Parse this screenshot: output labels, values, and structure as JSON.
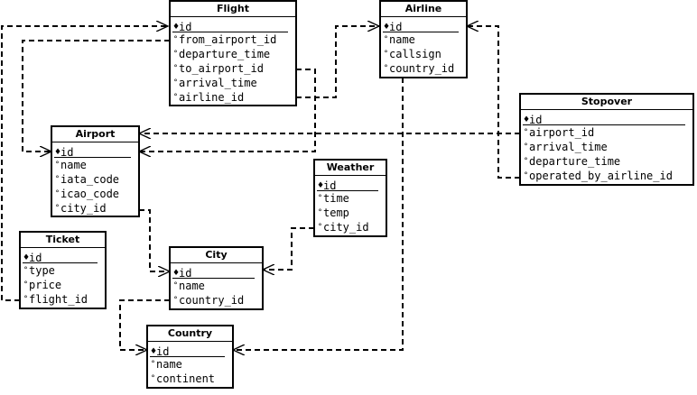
{
  "markers": {
    "primary_key": "♦",
    "attribute": "°"
  },
  "entities": {
    "flight": {
      "title": "Flight",
      "pk": "id",
      "attributes": [
        "from_airport_id",
        "departure_time",
        "to_airport_id",
        "arrival_time",
        "airline_id"
      ]
    },
    "airline": {
      "title": "Airline",
      "pk": "id",
      "attributes": [
        "name",
        "callsign",
        "country_id"
      ]
    },
    "airport": {
      "title": "Airport",
      "pk": "id",
      "attributes": [
        "name",
        "iata_code",
        "icao_code",
        "city_id"
      ]
    },
    "stopover": {
      "title": "Stopover",
      "pk": "id",
      "attributes": [
        "airport_id",
        "arrival_time",
        "departure_time",
        "operated_by_airline_id"
      ]
    },
    "weather": {
      "title": "Weather",
      "pk": "id",
      "attributes": [
        "time",
        "temp",
        "city_id"
      ]
    },
    "ticket": {
      "title": "Ticket",
      "pk": "id",
      "attributes": [
        "type",
        "price",
        "flight_id"
      ]
    },
    "city": {
      "title": "City",
      "pk": "id",
      "attributes": [
        "name",
        "country_id"
      ]
    },
    "country": {
      "title": "Country",
      "pk": "id",
      "attributes": [
        "name",
        "continent"
      ]
    }
  },
  "relationships": [
    {
      "from": "flight.from_airport_id",
      "to": "airport.id"
    },
    {
      "from": "flight.to_airport_id",
      "to": "airport.id"
    },
    {
      "from": "flight.airline_id",
      "to": "airline.id"
    },
    {
      "from": "stopover.airport_id",
      "to": "airport.id"
    },
    {
      "from": "stopover.operated_by_airline_id",
      "to": "airline.id"
    },
    {
      "from": "airline.country_id",
      "to": "country.id"
    },
    {
      "from": "airport.city_id",
      "to": "city.id"
    },
    {
      "from": "weather.city_id",
      "to": "city.id"
    },
    {
      "from": "ticket.flight_id",
      "to": "flight.id"
    },
    {
      "from": "city.country_id",
      "to": "country.id"
    }
  ]
}
